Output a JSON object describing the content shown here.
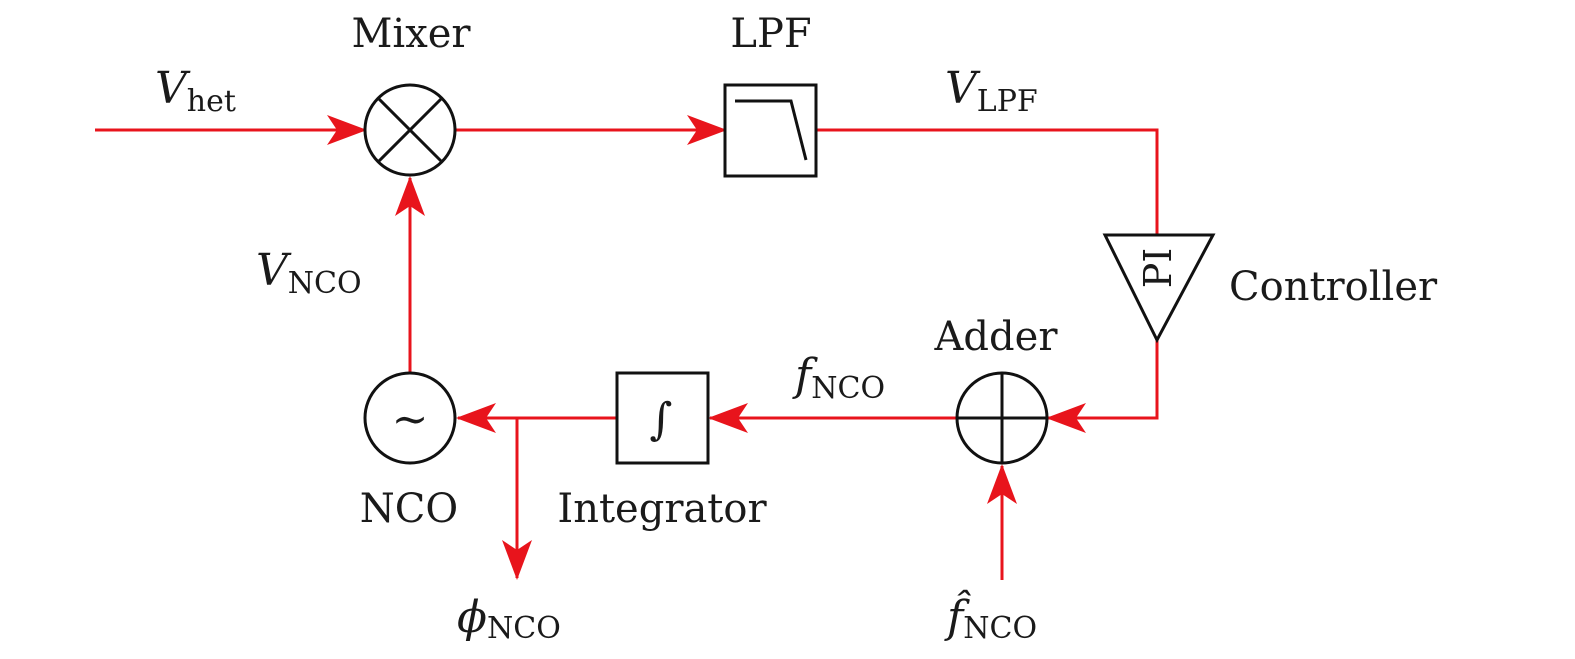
{
  "colors": {
    "signal": "#e8141c",
    "block": "#111111",
    "background": "#ffffff"
  },
  "blocks": {
    "mixer": {
      "name": "Mixer"
    },
    "lpf": {
      "name": "LPF"
    },
    "controller": {
      "name": "Controller",
      "symbol": "PI"
    },
    "adder": {
      "name": "Adder"
    },
    "integrator": {
      "name": "Integrator",
      "symbol": "∫"
    },
    "nco": {
      "name": "NCO",
      "symbol": "~"
    }
  },
  "signals": {
    "v_het": {
      "main": "V",
      "sub": "het"
    },
    "v_lpf": {
      "main": "V",
      "sub": "LPF"
    },
    "v_nco": {
      "main": "V",
      "sub": "NCO"
    },
    "f_nco": {
      "main": "f",
      "sub": "NCO"
    },
    "phi_nco": {
      "main": "ϕ",
      "sub": "NCO"
    },
    "f_hat_nco": {
      "main": "f̂",
      "sub": "NCO"
    }
  }
}
